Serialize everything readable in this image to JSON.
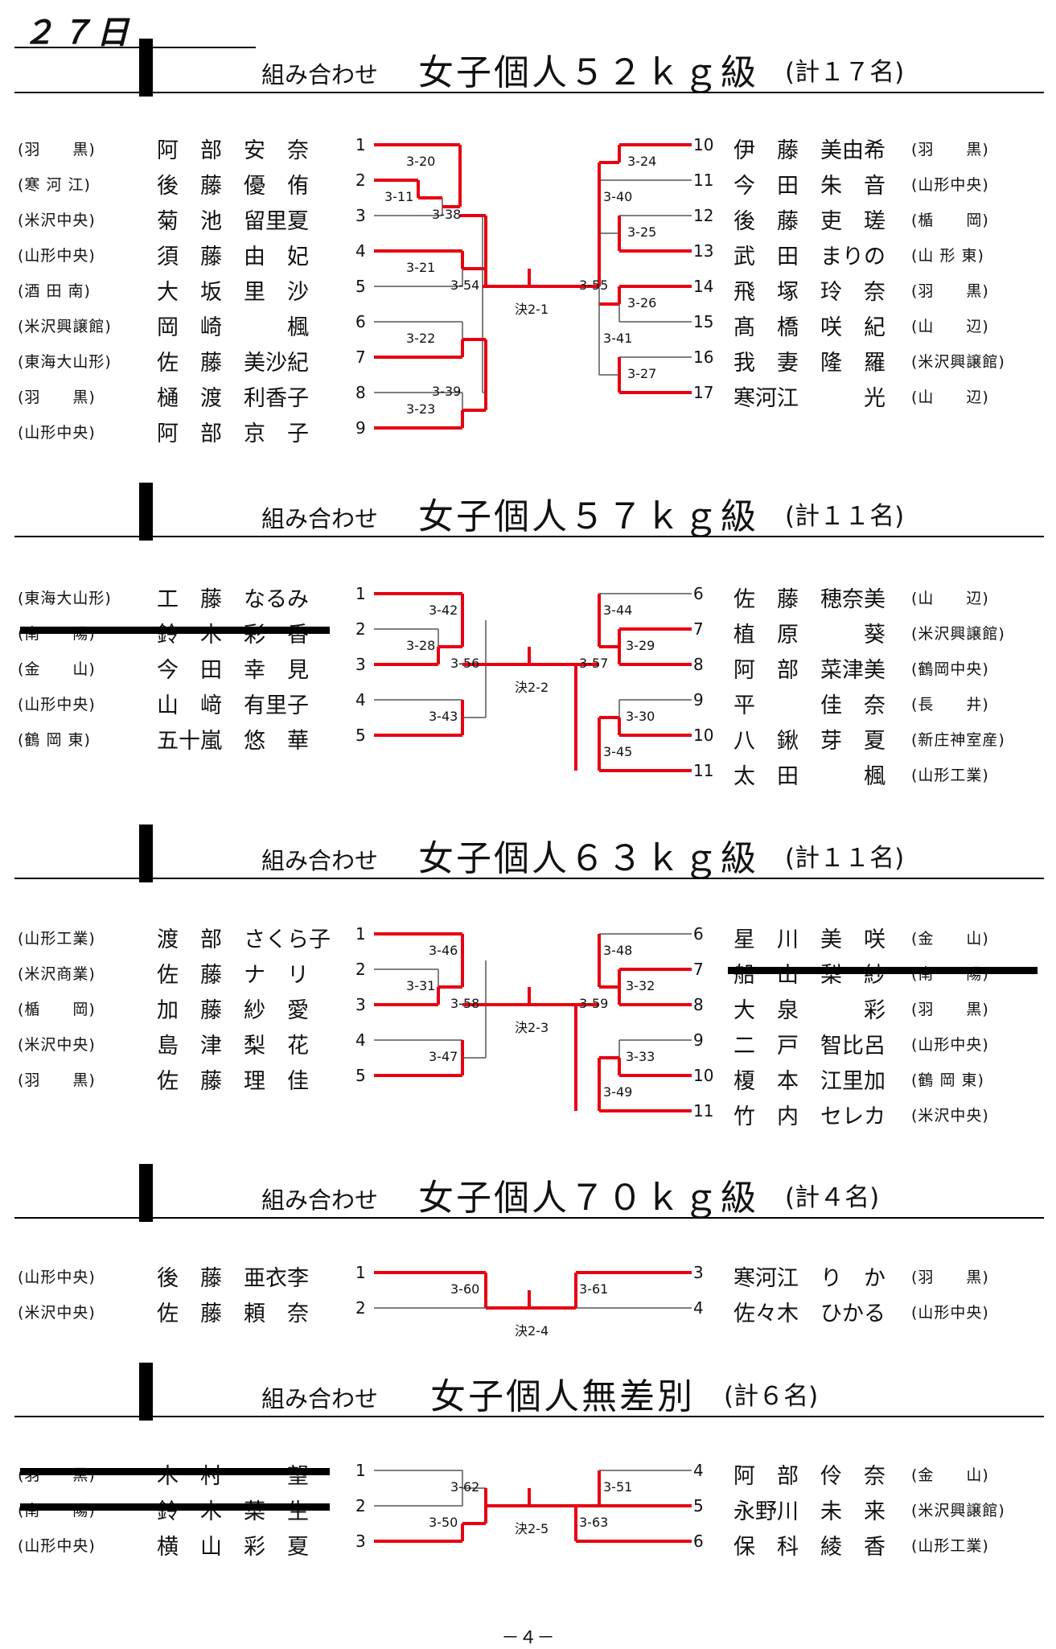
{
  "day": "２７日",
  "footer": "－４－",
  "sections": [
    {
      "combo": "組み合わせ",
      "title": "女子個人５２ｋｇ級",
      "count": "(計１７名)",
      "final_label": "決2-1",
      "left": [
        {
          "school": "(羽　　黒)",
          "name": "阿　部　安　奈",
          "num": "1"
        },
        {
          "school": "(寒 河 江)",
          "name": "後　藤　優　侑",
          "num": "2"
        },
        {
          "school": "(米沢中央)",
          "name": "菊　池　留里夏",
          "num": "3"
        },
        {
          "school": "(山形中央)",
          "name": "須　藤　由　妃",
          "num": "4"
        },
        {
          "school": "(酒 田 南)",
          "name": "大　坂　里　沙",
          "num": "5"
        },
        {
          "school": "(米沢興譲館)",
          "name": "岡　崎　　　楓",
          "num": "6"
        },
        {
          "school": "(東海大山形)",
          "name": "佐　藤　美沙紀",
          "num": "7"
        },
        {
          "school": "(羽　　黒)",
          "name": "樋　渡　利香子",
          "num": "8"
        },
        {
          "school": "(山形中央)",
          "name": "阿　部　京　子",
          "num": "9"
        }
      ],
      "right": [
        {
          "school": "(羽　　黒)",
          "name": "伊　藤　美由希",
          "num": "10"
        },
        {
          "school": "(山形中央)",
          "name": "今　田　朱　音",
          "num": "11"
        },
        {
          "school": "(楯　　岡)",
          "name": "後　藤　吏　瑳",
          "num": "12"
        },
        {
          "school": "(山 形 東)",
          "name": "武　田　まりの",
          "num": "13"
        },
        {
          "school": "(羽　　黒)",
          "name": "飛　塚　玲　奈",
          "num": "14"
        },
        {
          "school": "(山　　辺)",
          "name": "髙　橋　咲　紀",
          "num": "15"
        },
        {
          "school": "(米沢興譲館)",
          "name": "我　妻　隆　羅",
          "num": "16"
        },
        {
          "school": "(山　　辺)",
          "name": "寒河江　　　光",
          "num": "17"
        }
      ],
      "matches": [
        "3-20",
        "3-11",
        "3-38",
        "3-21",
        "3-54",
        "3-22",
        "3-39",
        "3-23",
        "3-24",
        "3-40",
        "3-25",
        "3-55",
        "3-26",
        "3-41",
        "3-27"
      ]
    },
    {
      "combo": "組み合わせ",
      "title": "女子個人５７ｋｇ級",
      "count": "(計１１名)",
      "final_label": "決2-2",
      "left": [
        {
          "school": "(東海大山形)",
          "name": "工　藤　なるみ",
          "num": "1"
        },
        {
          "school": "(南　　陽)",
          "name": "鈴　木　彩　香",
          "num": "2",
          "struck": true
        },
        {
          "school": "(金　　山)",
          "name": "今　田　幸　見",
          "num": "3"
        },
        {
          "school": "(山形中央)",
          "name": "山　﨑　有里子",
          "num": "4"
        },
        {
          "school": "(鶴 岡 東)",
          "name": "五十嵐　悠　華",
          "num": "5"
        }
      ],
      "right": [
        {
          "school": "(山　　辺)",
          "name": "佐　藤　穂奈美",
          "num": "6"
        },
        {
          "school": "(米沢興譲館)",
          "name": "植　原　　　葵",
          "num": "7"
        },
        {
          "school": "(鶴岡中央)",
          "name": "阿　部　菜津美",
          "num": "8"
        },
        {
          "school": "(長　　井)",
          "name": "平　　　佳　奈",
          "num": "9"
        },
        {
          "school": "(新庄神室産)",
          "name": "八　鍬　芽　夏",
          "num": "10"
        },
        {
          "school": "(山形工業)",
          "name": "太　田　　　楓",
          "num": "11"
        }
      ],
      "matches": [
        "3-42",
        "3-28",
        "3-56",
        "3-43",
        "3-44",
        "3-29",
        "3-57",
        "3-30",
        "3-45"
      ]
    },
    {
      "combo": "組み合わせ",
      "title": "女子個人６３ｋｇ級",
      "count": "(計１１名)",
      "final_label": "決2-3",
      "left": [
        {
          "school": "(山形工業)",
          "name": "渡　部　さくら子",
          "num": "1"
        },
        {
          "school": "(米沢商業)",
          "name": "佐　藤　ナ　リ",
          "num": "2"
        },
        {
          "school": "(楯　　岡)",
          "name": "加　藤　紗　愛",
          "num": "3"
        },
        {
          "school": "(米沢中央)",
          "name": "島　津　梨　花",
          "num": "4"
        },
        {
          "school": "(羽　　黒)",
          "name": "佐　藤　理　佳",
          "num": "5"
        }
      ],
      "right": [
        {
          "school": "(金　　山)",
          "name": "星　川　美　咲",
          "num": "6"
        },
        {
          "school": "(南　　陽)",
          "name": "船　山　梨　紗",
          "num": "7",
          "struck": true
        },
        {
          "school": "(羽　　黒)",
          "name": "大　泉　　　彩",
          "num": "8"
        },
        {
          "school": "(山形中央)",
          "name": "二　戸　智比呂",
          "num": "9"
        },
        {
          "school": "(鶴 岡 東)",
          "name": "榎　本　江里加",
          "num": "10"
        },
        {
          "school": "(米沢中央)",
          "name": "竹　内　セレカ",
          "num": "11"
        }
      ],
      "matches": [
        "3-46",
        "3-31",
        "3-58",
        "3-47",
        "3-48",
        "3-32",
        "3-59",
        "3-33",
        "3-49"
      ]
    },
    {
      "combo": "組み合わせ",
      "title": "女子個人７０ｋｇ級",
      "count": "(計４名)",
      "final_label": "決2-4",
      "left": [
        {
          "school": "(山形中央)",
          "name": "後　藤　亜衣李",
          "num": "1"
        },
        {
          "school": "(米沢中央)",
          "name": "佐　藤　頼　奈",
          "num": "2"
        }
      ],
      "right": [
        {
          "school": "(羽　　黒)",
          "name": "寒河江　り　か",
          "num": "3"
        },
        {
          "school": "(山形中央)",
          "name": "佐々木　ひかる",
          "num": "4"
        }
      ],
      "matches": [
        "3-60",
        "3-61"
      ]
    },
    {
      "combo": "組み合わせ",
      "title": "女子個人無差別",
      "count": "(計６名)",
      "final_label": "決2-5",
      "left": [
        {
          "school": "(羽　　黒)",
          "name": "木　村　　　望",
          "num": "1",
          "struck": true
        },
        {
          "school": "(南　　陽)",
          "name": "鈴　木　菜　生",
          "num": "2",
          "struck": true
        },
        {
          "school": "(山形中央)",
          "name": "横　山　彩　夏",
          "num": "3"
        }
      ],
      "right": [
        {
          "school": "(金　　山)",
          "name": "阿　部　伶　奈",
          "num": "4"
        },
        {
          "school": "(米沢興譲館)",
          "name": "永野川　未　来",
          "num": "5"
        },
        {
          "school": "(山形工業)",
          "name": "保　科　綾　香",
          "num": "6"
        }
      ],
      "matches": [
        "3-62",
        "3-50",
        "3-51",
        "3-63"
      ]
    }
  ],
  "colors": {
    "advance": "#e60012",
    "line": "#555555",
    "text": "#111111"
  }
}
